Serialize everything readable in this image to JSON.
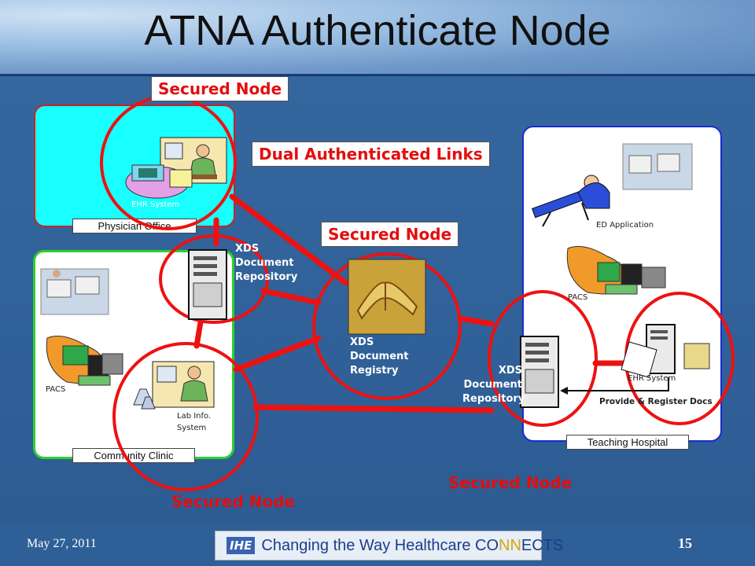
{
  "title": "ATNA Authenticate Node",
  "labels": {
    "secured_node_top": "Secured Node",
    "secured_node_mid": "Secured Node",
    "secured_node_bottom_left": "Secured Node",
    "secured_node_bottom_right": "Secured Node",
    "dual_links": "Dual Authenticated Links"
  },
  "panels": {
    "physician": "Physician Office",
    "clinic": "Community Clinic",
    "hospital": "Teaching Hospital"
  },
  "nodes": {
    "ehr_physician": "EHR System",
    "xds_repo_left": [
      "XDS",
      "Document",
      "Repository"
    ],
    "xds_registry": [
      "XDS",
      "Document",
      "Registry"
    ],
    "xds_repo_right": [
      "XDS",
      "Document",
      "Repository"
    ],
    "pacs_clinic": "PACS",
    "lab_info": [
      "Lab Info.",
      "System"
    ],
    "ed_application": "ED Application",
    "pacs_hospital": "PACS",
    "ehr_hospital": "EHR System",
    "provide_register": "Provide & Register Docs"
  },
  "footer": {
    "date": "May 27, 2011",
    "page": "15",
    "logo_ihe": "IHE",
    "logo_text_a": "Changing the Way Healthcare CO",
    "logo_text_nn": "NN",
    "logo_text_b": "ECTS"
  },
  "colors": {
    "accent_red": "#e30e0e",
    "background_blue": "#2e5f96",
    "clinic_border": "#2ed12e",
    "hospital_border": "#1a2ad0"
  }
}
